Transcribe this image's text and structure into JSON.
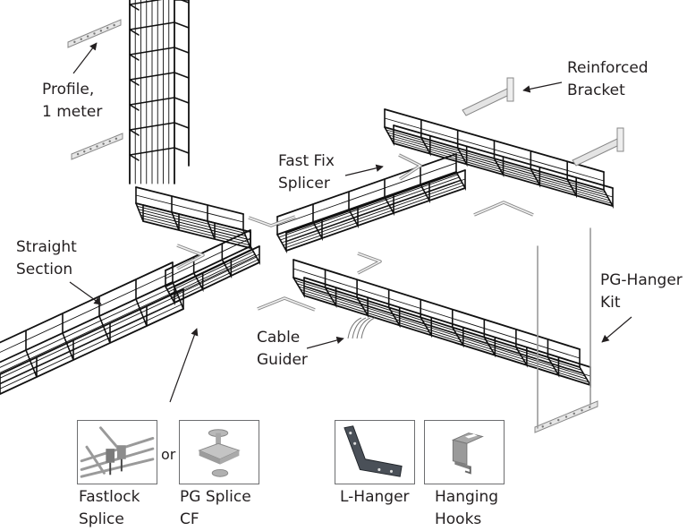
{
  "title": "Wire mesh cable tray system components",
  "labels": {
    "profile": [
      "Profile,",
      "1 meter"
    ],
    "reinforced_bracket": [
      "Reinforced",
      "Bracket"
    ],
    "fast_fix_splicer": [
      "Fast Fix",
      "Splicer"
    ],
    "straight_section": [
      "Straight",
      "Section"
    ],
    "pg_hanger_kit": [
      "PG-Hanger",
      "Kit"
    ],
    "cable_guider": [
      "Cable",
      "Guider"
    ]
  },
  "insets": [
    {
      "id": "fastlock-splice",
      "label": [
        "Fastlock",
        "Splice"
      ]
    },
    {
      "id": "pg-splice-cf",
      "label": [
        "PG Splice",
        "CF"
      ]
    },
    {
      "id": "l-hanger",
      "label": [
        "L-Hanger",
        ""
      ]
    },
    {
      "id": "hanging-hooks",
      "label": [
        "Hanging",
        "Hooks"
      ]
    }
  ],
  "or_text": "or",
  "colors": {
    "line": "#111111",
    "accessory": "#8a8a8a",
    "frame": "#6d6e70",
    "text": "#231f20"
  }
}
